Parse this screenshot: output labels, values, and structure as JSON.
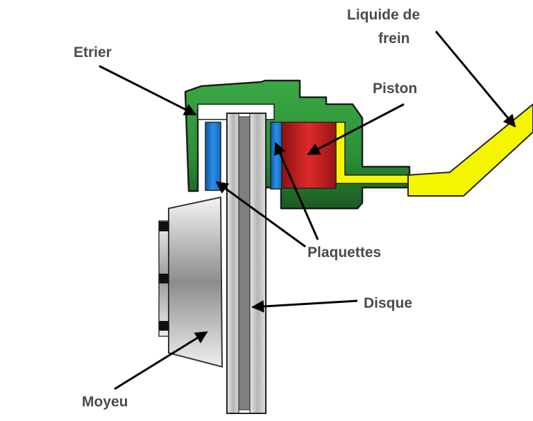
{
  "labels": {
    "liquide_line1": "Liquide de",
    "liquide_line2": "frein",
    "etrier": "Etrier",
    "piston": "Piston",
    "plaquettes": "Plaquettes",
    "disque": "Disque",
    "moyeu": "Moyeu"
  },
  "colors": {
    "caliper": "#2f9a3c",
    "piston": "#cc2222",
    "pads": "#1e7fd6",
    "brake_fluid": "#f5f500",
    "disc": "#b8b8b8",
    "hub": "#d2d2d2",
    "label_text": "#4a4a4a"
  }
}
